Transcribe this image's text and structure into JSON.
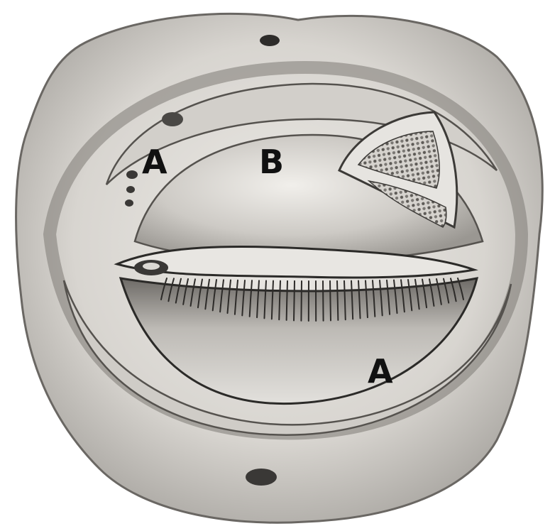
{
  "diagram": {
    "labels": [
      {
        "id": "A_upper",
        "text": "A"
      },
      {
        "id": "B",
        "text": "B"
      },
      {
        "id": "A_lower",
        "text": "A"
      }
    ]
  },
  "colors": {
    "background": "#ffffff",
    "bone_light": "#e4e2de",
    "bone_mid": "#c9c6c1",
    "bone_dark": "#8f8c87",
    "outline": "#2b2a28"
  }
}
